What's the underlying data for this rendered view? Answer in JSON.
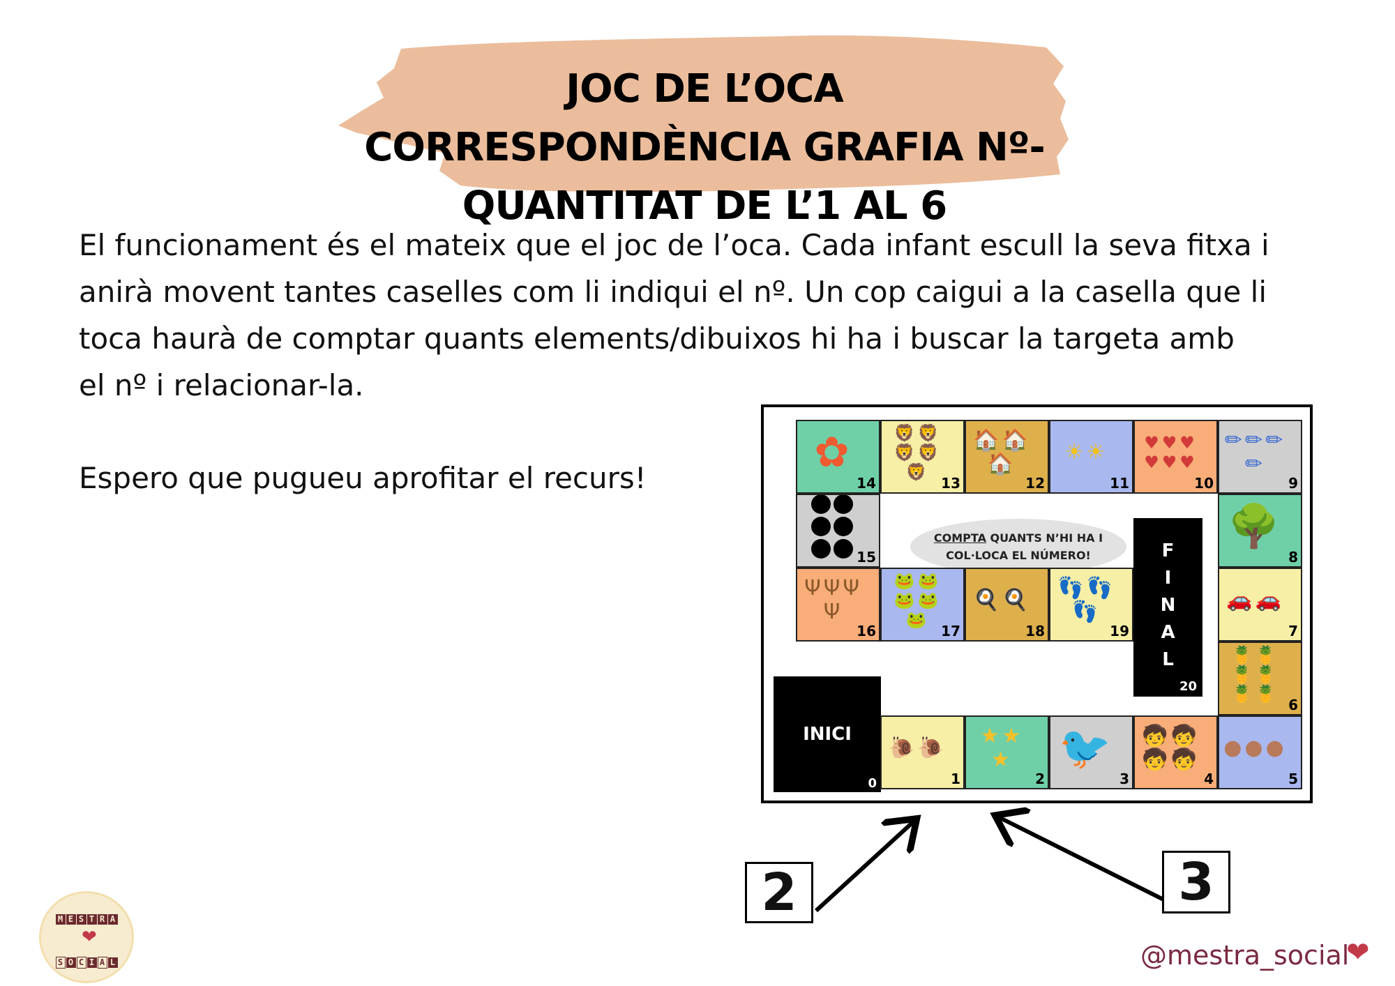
{
  "header": {
    "title_lines": [
      "JOC DE L’OCA",
      "CORRESPONDÈNCIA GRAFIA Nº-",
      "QUANTITAT DE L’1 AL 6"
    ],
    "brush_color": "#ebbd9c"
  },
  "body": {
    "lines": [
      "El funcionament és el mateix que el joc de l’oca. Cada infant escull la seva fitxa i",
      "anirà movent tantes caselles com li indiqui el nº. Un cop caigui a la casella que li",
      "toca haurà de comptar quants elements/dibuixos hi ha i buscar la targeta amb",
      "el nº i relacionar-la."
    ],
    "closing": "Espero que pugueu aprofitar el recurs!"
  },
  "board": {
    "start": {
      "label": "INICI",
      "number": "0"
    },
    "finish": {
      "letters": [
        "F",
        "I",
        "N",
        "A",
        "L"
      ],
      "number": "20"
    },
    "instruction": {
      "underlined": "COMPTA",
      "line1_rest": " QUANTS N’HI HA I",
      "line2": "COL·LOCA EL NÚMERO!"
    },
    "cells": [
      {
        "number": "1",
        "item": "snail",
        "glyph": "🐌",
        "count": 2,
        "color": "#f7efa6"
      },
      {
        "number": "2",
        "item": "star",
        "glyph": "★",
        "count": 3,
        "color": "#6fd0a8"
      },
      {
        "number": "3",
        "item": "bird",
        "glyph": "🐦",
        "count": 1,
        "color": "#cfcfcf"
      },
      {
        "number": "4",
        "item": "children",
        "glyph": "🧒",
        "count": 4,
        "color": "#f9ad78"
      },
      {
        "number": "5",
        "item": "ball",
        "glyph": "●",
        "count": 3,
        "color": "#a9b8ee"
      },
      {
        "number": "6",
        "item": "fruit-bowl",
        "glyph": "🍍",
        "count": 6,
        "color": "#deb04c"
      },
      {
        "number": "7",
        "item": "car",
        "glyph": "🚗",
        "count": 2,
        "color": "#f7efa6"
      },
      {
        "number": "8",
        "item": "tree",
        "glyph": "🌳",
        "count": 1,
        "color": "#6fd0a8"
      },
      {
        "number": "9",
        "item": "pencil",
        "glyph": "✏",
        "count": 4,
        "color": "#cfcfcf"
      },
      {
        "number": "10",
        "item": "heart",
        "glyph": "♥",
        "count": 6,
        "color": "#f9ad78"
      },
      {
        "number": "11",
        "item": "sun",
        "glyph": "☀",
        "count": 2,
        "color": "#a9b8ee"
      },
      {
        "number": "12",
        "item": "house",
        "glyph": "🏠",
        "count": 3,
        "color": "#deb04c"
      },
      {
        "number": "13",
        "item": "lion",
        "glyph": "🦁",
        "count": 5,
        "color": "#f7efa6"
      },
      {
        "number": "14",
        "item": "flower",
        "glyph": "✿",
        "count": 1,
        "color": "#6fd0a8"
      },
      {
        "number": "15",
        "item": "dot",
        "glyph": "●",
        "count": 6,
        "color": "#cfcfcf"
      },
      {
        "number": "16",
        "item": "fork",
        "glyph": "Ψ",
        "count": 4,
        "color": "#f9ad78"
      },
      {
        "number": "17",
        "item": "frog",
        "glyph": "🐸",
        "count": 5,
        "color": "#a9b8ee"
      },
      {
        "number": "18",
        "item": "fried-egg",
        "glyph": "🍳",
        "count": 2,
        "color": "#deb04c"
      },
      {
        "number": "19",
        "item": "footprint",
        "glyph": "👣",
        "count": 3,
        "color": "#f7efa6"
      }
    ]
  },
  "number_cards": [
    {
      "value": "2"
    },
    {
      "value": "3"
    }
  ],
  "footer": {
    "logo_top": "MESTRA",
    "logo_bottom": "SOCIAL",
    "handle": "@mestra_social"
  }
}
